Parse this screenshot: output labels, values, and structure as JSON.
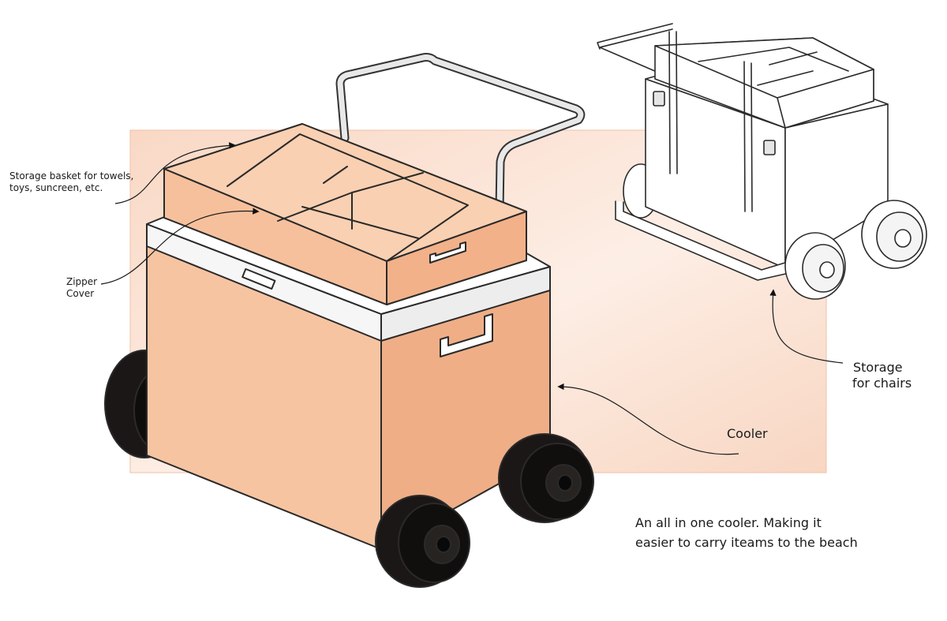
{
  "labels": {
    "basket_line1": "Storage basket for towels,",
    "basket_line2": "toys, suncreen, etc.",
    "zipper_line1": "Zipper",
    "zipper_line2": "Cover",
    "chairs_line1": "Storage",
    "chairs_line2": "for chairs",
    "cooler": "Cooler",
    "caption_line1": "An all in one cooler. Making it",
    "caption_line2": "easier to carry iteams to the beach"
  },
  "colors": {
    "body_light": "#f7c4a1",
    "body_side": "#efae86",
    "basket": "#f7c3a0",
    "backdrop": "#f9dccb",
    "wheel": "#161312",
    "outline": "#2a2a2a"
  },
  "icons": [
    "arrow-icon"
  ]
}
